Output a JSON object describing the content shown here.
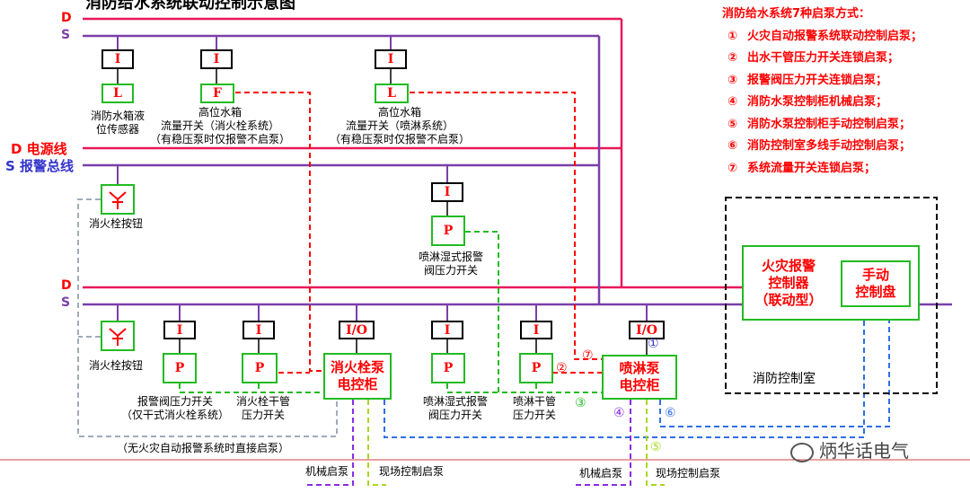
{
  "title_partial": "消防给水系统联动控制示意图",
  "bus": {
    "d": "D",
    "s": "S",
    "d_power": "D 电源线",
    "s_alarm": "S 报警总线"
  },
  "methods": {
    "heading": "消防给水系统7种启泵方式：",
    "items": [
      {
        "num": "①",
        "text": "火灾自动报警系统联动控制启泵；"
      },
      {
        "num": "②",
        "text": "出水干管压力开关连锁启泵；"
      },
      {
        "num": "③",
        "text": "报警阀压力开关连锁启泵；"
      },
      {
        "num": "④",
        "text": "消防水泵控制柜机械启泵；"
      },
      {
        "num": "⑤",
        "text": "消防水泵控制柜手动控制启泵；"
      },
      {
        "num": "⑥",
        "text": "消防控制室多线手动控制启泵；"
      },
      {
        "num": "⑦",
        "text": "系统流量开关连锁启泵；"
      }
    ]
  },
  "modules": {
    "i": "I",
    "io": "I/O",
    "l": "L",
    "f": "F",
    "p": "P"
  },
  "labels": {
    "tank_sensor": [
      "消防水箱液",
      "位传感器"
    ],
    "flow_hydrant": [
      "高位水箱",
      "流量开关（消火栓系统）",
      "（有稳压泵时仅报警不启泵）"
    ],
    "flow_sprinkler": [
      "高位水箱",
      "流量开关（喷淋系统）",
      "（有稳压泵时仅报警不启泵）"
    ],
    "hydrant_btn_1": "消火栓按钮",
    "hydrant_btn_2": "消火栓按钮",
    "wet_alarm_upper": [
      "喷淋湿式报警",
      "阀压力开关"
    ],
    "alarm_valve_dry": [
      "报警阀压力开关",
      "（仅干式消火栓系统）"
    ],
    "hydrant_main": [
      "消火栓干管",
      "压力开关"
    ],
    "wet_alarm_lower": [
      "喷淋湿式报警",
      "阀压力开关"
    ],
    "sprinkler_main": [
      "喷淋干管",
      "压力开关"
    ],
    "no_fas": "（无火灾自动报警系统时直接启泵）",
    "mech_1": "机械启泵",
    "local_1": "现场控制启泵",
    "mech_2": "机械启泵",
    "local_2": "现场控制启泵"
  },
  "cabinets": {
    "hydrant": [
      "消火栓泵",
      "电控柜"
    ],
    "sprinkler": [
      "喷淋泵",
      "电控柜"
    ]
  },
  "control_room": {
    "fire_panel": [
      "火灾报警",
      "控制器",
      "（联动型）"
    ],
    "manual_panel": [
      "手动",
      "控制盘"
    ],
    "room_label": "消防控制室"
  },
  "markers": {
    "m1": "①",
    "m2": "②",
    "m3": "③",
    "m4": "④",
    "m5": "⑤",
    "m6": "⑥",
    "m7": "⑦"
  },
  "watermark": "炳华话电气",
  "colors": {
    "power_line": "#e8185a",
    "alarm_bus": "#7a3fa8",
    "control_red": "#ff0000",
    "green_dash": "#22bb22",
    "blue_dash": "#2f6fe8",
    "purple_dash": "#8a2be2",
    "yellow_dash": "#a8d820",
    "grey_dash": "#a0aabb"
  }
}
